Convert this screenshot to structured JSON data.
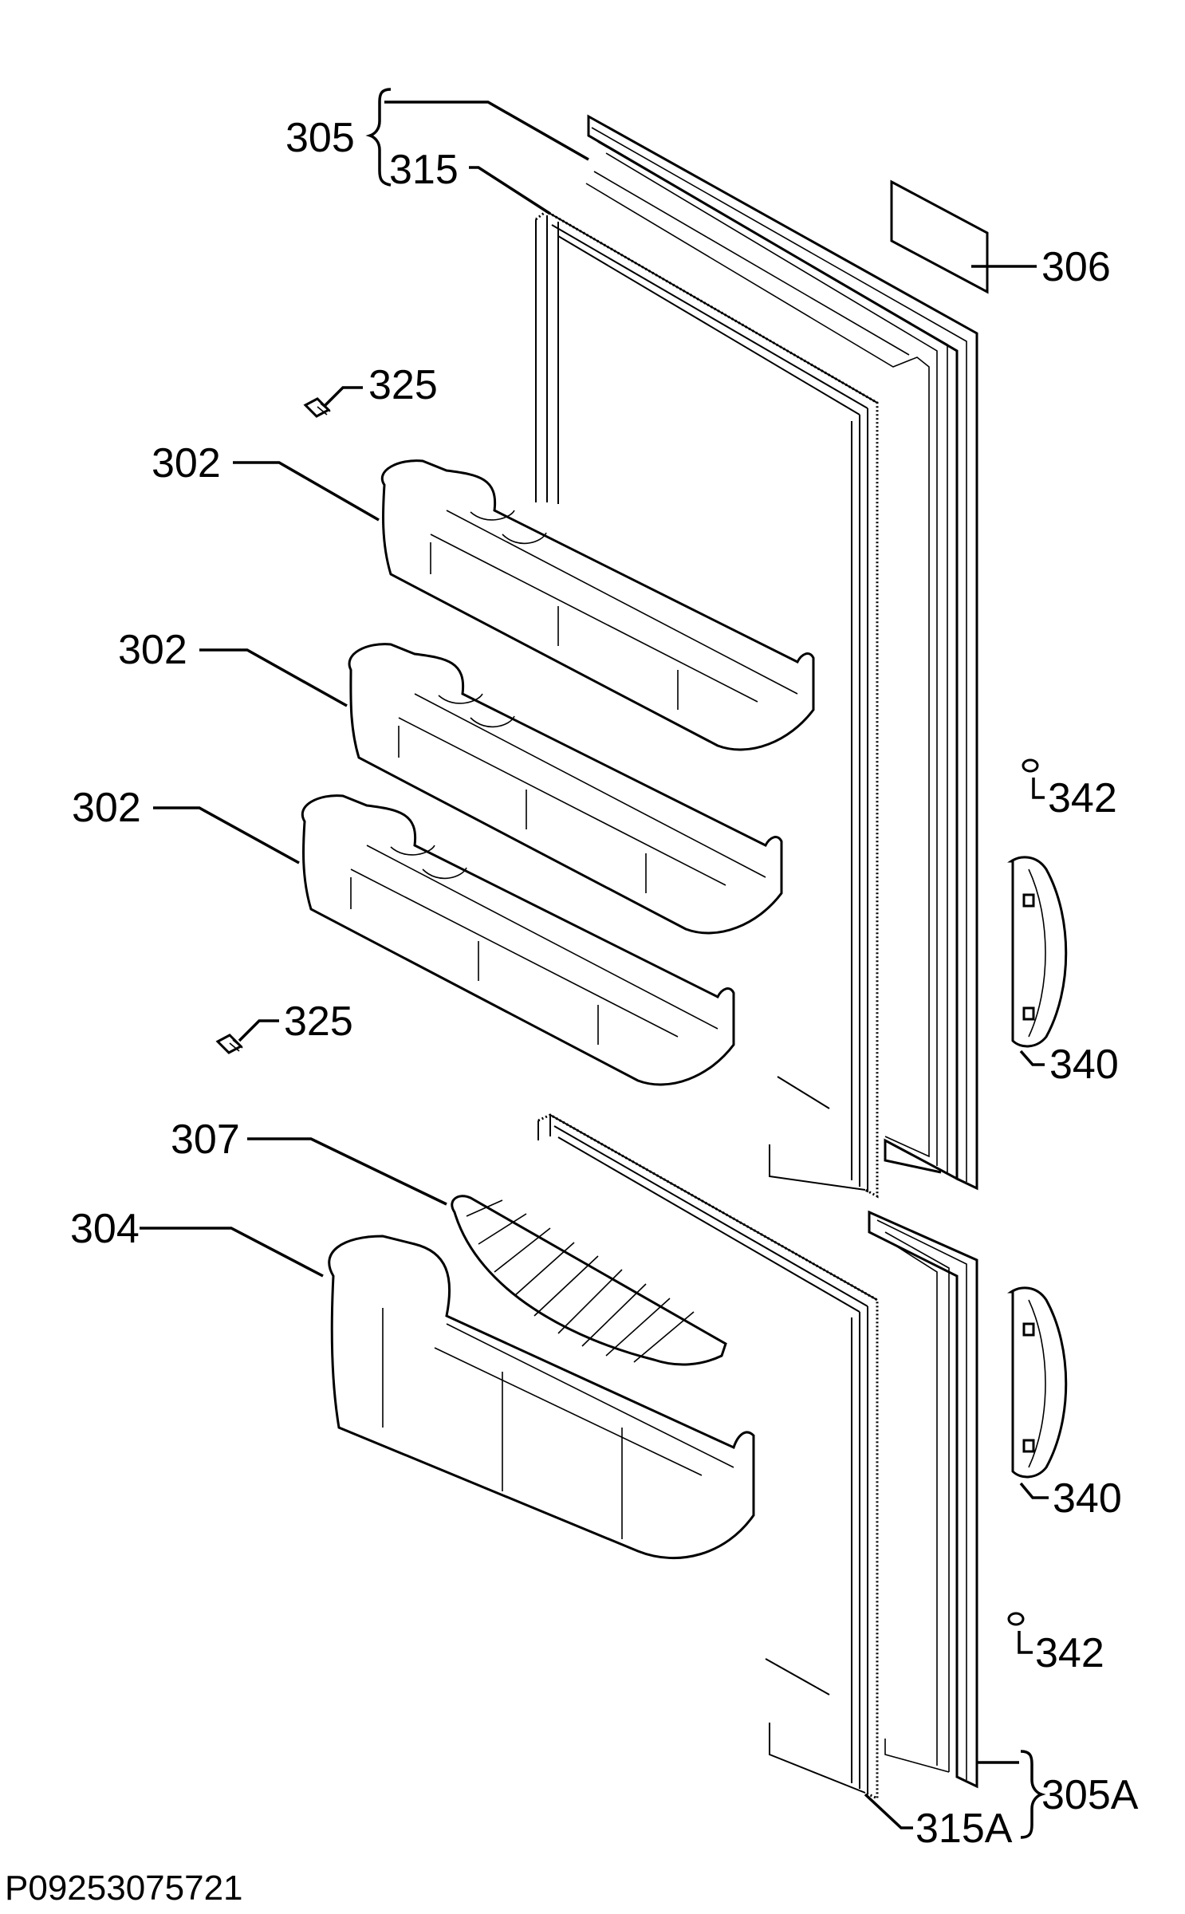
{
  "labels": {
    "l305": "305",
    "l315": "315",
    "l306": "306",
    "l325a": "325",
    "l302a": "302",
    "l302b": "302",
    "l302c": "302",
    "l342a": "342",
    "l325b": "325",
    "l340a": "340",
    "l307": "307",
    "l304": "304",
    "l340b": "340",
    "l342b": "342",
    "l305A": "305A",
    "l315A": "315A"
  },
  "drawing_code": "P09253075721"
}
